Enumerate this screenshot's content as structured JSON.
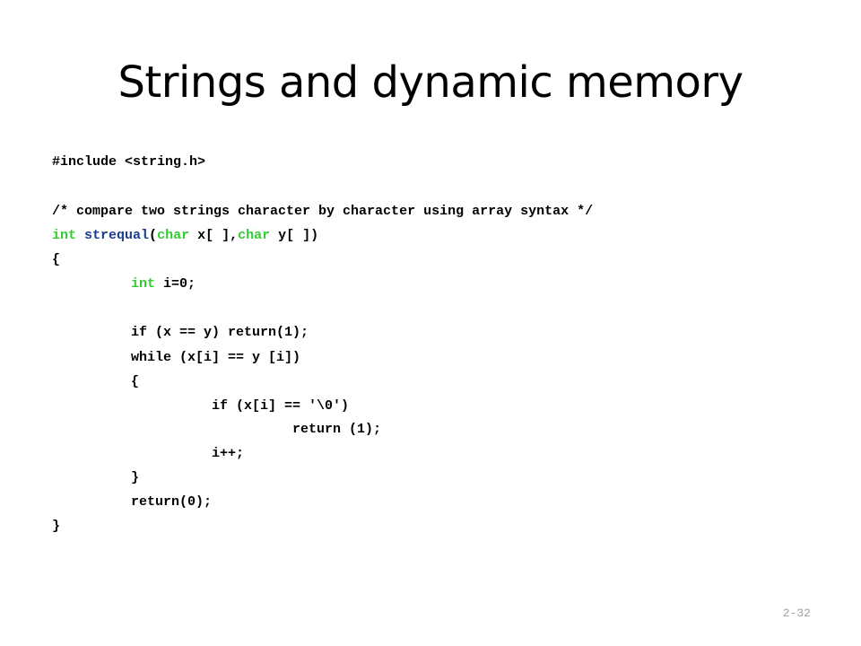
{
  "slide": {
    "title": "Strings and dynamic memory",
    "number": "2-32"
  },
  "colors": {
    "keyword": "#33cc33",
    "function_name": "#1a3d8f",
    "text": "#000000",
    "slide_number": "#a0a0a0"
  },
  "code": {
    "include": "#include <string.h>",
    "comment": "/* compare two strings character by character using array syntax */",
    "signature": {
      "kw_int": "int",
      "fn_name": "strequal",
      "open_paren": "(",
      "kw_char1": "char",
      "param1": " x[ ],",
      "kw_char2": "char",
      "param2": " y[ ])"
    },
    "open_brace": "{",
    "decl": {
      "kw_int": "int",
      "rest": " i=0;"
    },
    "if_eq": "if (x == y) return(1);",
    "while": "while (x[i] == y [i])",
    "while_open": "{",
    "if_nul": "if (x[i] == '\\0')",
    "return_one": "return (1);",
    "incr": "i++;",
    "while_close": "}",
    "return_zero": "return(0);",
    "close_brace": "}"
  }
}
